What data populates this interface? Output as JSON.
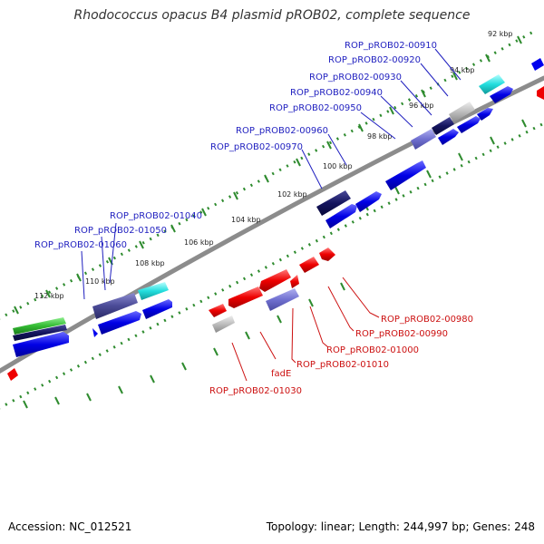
{
  "title": "Rhodococcus opacus B4 plasmid pROB02, complete sequence",
  "accession": "Accession: NC_012521",
  "summary": "Topology: linear; Length: 244,997 bp; Genes: 248",
  "colors": {
    "backbone": "#8c8c8c",
    "tick": "#2e8b2e",
    "forward_gene": "#0000ee",
    "reverse_gene": "#ee0000",
    "forward_label": "#1f1fbf",
    "reverse_label": "#cc1010"
  },
  "scale_labels": [
    "92 kbp",
    "94 kbp",
    "96 kbp",
    "98 kbp",
    "100 kbp",
    "102 kbp",
    "104 kbp",
    "106 kbp",
    "108 kbp",
    "110 kbp",
    "112 kbp"
  ],
  "forward_labels": [
    "ROP_pROB02-00910",
    "ROP_pROB02-00920",
    "ROP_pROB02-00930",
    "ROP_pROB02-00940",
    "ROP_pROB02-00950",
    "ROP_pROB02-00960",
    "ROP_pROB02-00970",
    "ROP_pROB02-01040",
    "ROP_pROB02-01050",
    "ROP_pROB02-01060"
  ],
  "reverse_labels": [
    "ROP_pROB02-00980",
    "ROP_pROB02-00990",
    "ROP_pROB02-01000",
    "ROP_pROB02-01010",
    "fadE",
    "ROP_pROB02-01030"
  ],
  "legend_note": ""
}
